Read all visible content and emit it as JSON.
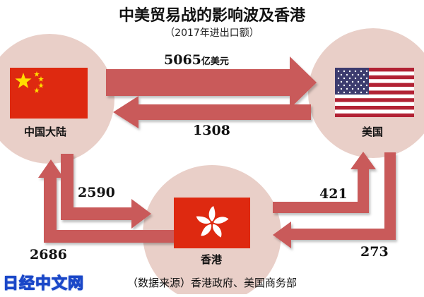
{
  "title": "中美贸易战的影响波及香港",
  "subtitle": "（2017年进出口额）",
  "unit": "亿美元",
  "regions": {
    "china": {
      "label": "中国大陆"
    },
    "usa": {
      "label": "美国"
    },
    "hongkong": {
      "label": "香港"
    }
  },
  "flows": {
    "china_to_usa": {
      "value": "5065"
    },
    "usa_to_china": {
      "value": "1308"
    },
    "china_to_hk": {
      "value": "2590"
    },
    "hk_to_china": {
      "value": "2686"
    },
    "hk_to_usa": {
      "value": "421"
    },
    "usa_to_hk": {
      "value": "273"
    }
  },
  "source": "（数据来源）香港政府、美国商务部",
  "watermark": "日经中文网",
  "colors": {
    "arrow": "#c95a5a",
    "circle": "#e9cfc8",
    "china_red": "#de2910",
    "china_star": "#ffde00",
    "us_red": "#b22234",
    "us_blue": "#3c3b6e",
    "hk_red": "#de2910"
  }
}
